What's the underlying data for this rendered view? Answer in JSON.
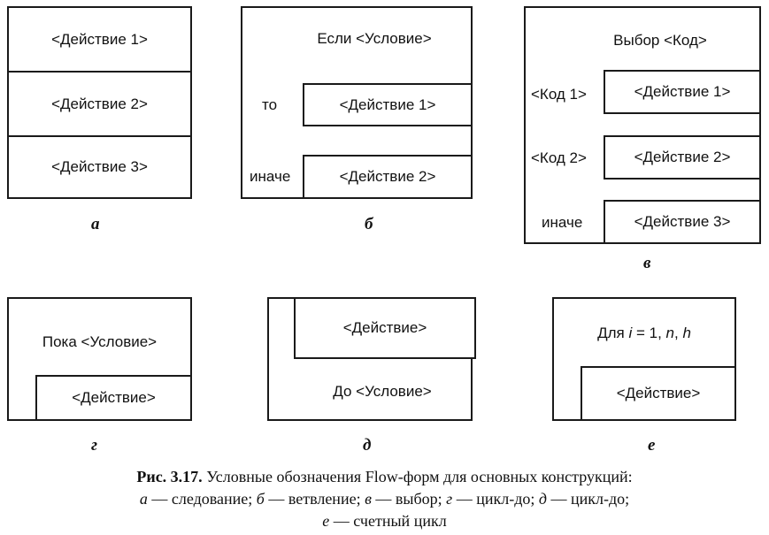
{
  "diagram_a": {
    "action1": "<Действие 1>",
    "action2": "<Действие 2>",
    "action3": "<Действие 3>",
    "letter": "а"
  },
  "diagram_b": {
    "header": "Если <Условие>",
    "then_label": "то",
    "then_action": "<Действие 1>",
    "else_label": "иначе",
    "else_action": "<Действие 2>",
    "letter": "б"
  },
  "diagram_v": {
    "header": "Выбор <Код>",
    "code1": "<Код 1>",
    "action1": "<Действие 1>",
    "code2": "<Код 2>",
    "action2": "<Действие 2>",
    "else_label": "иначе",
    "action3": "<Действие 3>",
    "letter": "в"
  },
  "diagram_g": {
    "header": "Пока <Условие>",
    "action": "<Действие>",
    "letter": "г"
  },
  "diagram_d": {
    "action": "<Действие>",
    "footer": "До <Условие>",
    "letter": "д"
  },
  "diagram_e": {
    "header_prefix": "Для ",
    "header_var": "i",
    "header_mid": " = 1, ",
    "header_n": "n",
    "header_sep": ", ",
    "header_h": "h",
    "action": "<Действие>",
    "letter": "е"
  },
  "caption": {
    "figure_number": "Рис. 3.17.",
    "title": " Условные обозначения Flow-форм для основных конструкций:",
    "line2": [
      {
        "k": "а",
        "t": " — следование; "
      },
      {
        "k": "б",
        "t": " — ветвление; "
      },
      {
        "k": "в",
        "t": " — выбор; "
      },
      {
        "k": "г",
        "t": " — цикл-до; "
      },
      {
        "k": "д",
        "t": " — цикл-до;"
      }
    ],
    "line3_key": "е",
    "line3_text": " — счетный цикл"
  }
}
